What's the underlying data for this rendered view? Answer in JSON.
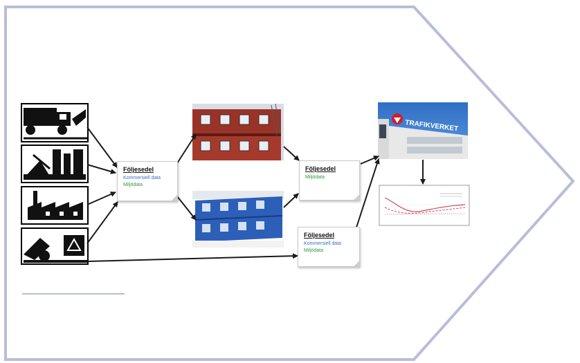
{
  "colors": {
    "chevron_outline": "#b9bdd8",
    "arrow": "#1a1a1a",
    "data_blue": "#3b6bc8",
    "data_green": "#2a9a3a"
  },
  "sources": {
    "icons": [
      "transport-truck-icon",
      "cement-plant-icon",
      "factory-icon",
      "recycling-icon"
    ]
  },
  "notes": {
    "note1": {
      "title": "Följesedel",
      "lines": [
        "Kommersiell data",
        "Miljödata"
      ]
    },
    "note2": {
      "title": "Följesedel",
      "lines": [
        "Miljödata"
      ]
    },
    "note3": {
      "title": "Följesedel",
      "lines": [
        "Kommersiell data",
        "Miljödata"
      ]
    }
  },
  "building": {
    "sign_text": "TRAFIKVERKET"
  }
}
